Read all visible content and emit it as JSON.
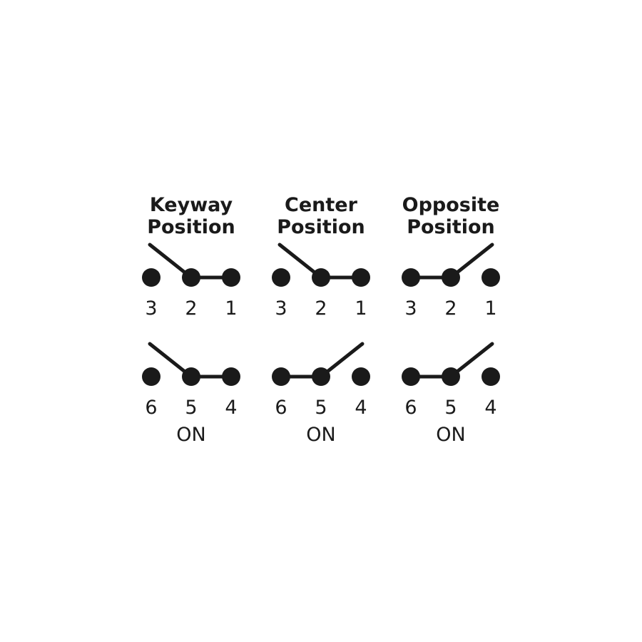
{
  "colors": {
    "ink": "#1a1a1a",
    "background": "#ffffff"
  },
  "positions": [
    {
      "title": [
        "Keyway",
        "Position"
      ],
      "switches": [
        {
          "terminals": [
            "3",
            "2",
            "1"
          ],
          "closed_to": "right"
        },
        {
          "terminals": [
            "6",
            "5",
            "4"
          ],
          "closed_to": "right"
        }
      ],
      "caption": "ON"
    },
    {
      "title": [
        "Center",
        "Position"
      ],
      "switches": [
        {
          "terminals": [
            "3",
            "2",
            "1"
          ],
          "closed_to": "right"
        },
        {
          "terminals": [
            "6",
            "5",
            "4"
          ],
          "closed_to": "left"
        }
      ],
      "caption": "ON"
    },
    {
      "title": [
        "Opposite",
        "Position"
      ],
      "switches": [
        {
          "terminals": [
            "3",
            "2",
            "1"
          ],
          "closed_to": "left"
        },
        {
          "terminals": [
            "6",
            "5",
            "4"
          ],
          "closed_to": "left"
        }
      ],
      "caption": "ON"
    }
  ]
}
